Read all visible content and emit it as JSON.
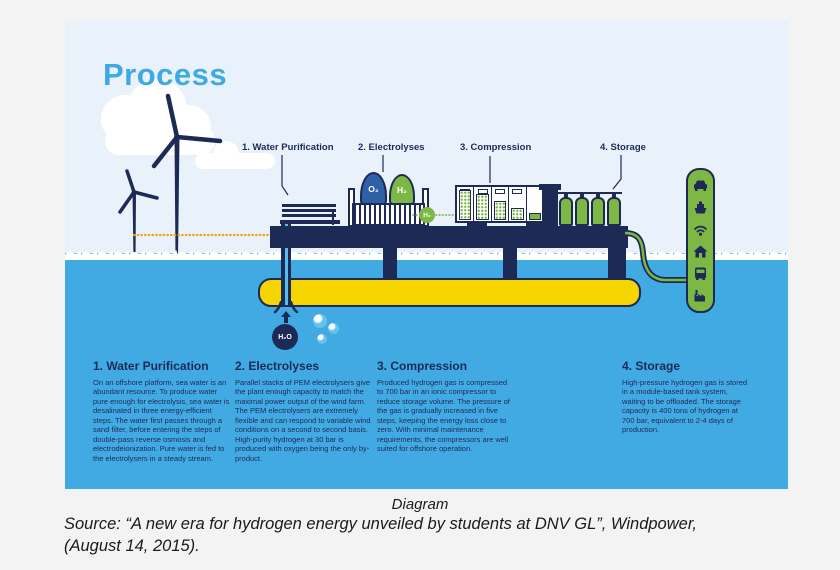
{
  "title": "Process",
  "stages": [
    "1. Water Purification",
    "2. Electrolyses",
    "3. Compression",
    "4. Storage"
  ],
  "badges": {
    "o2": "O₂",
    "h2": "H₂",
    "h2_flow": "H₂",
    "h2o": "H₂O"
  },
  "sections": [
    {
      "heading": "1. Water Purification",
      "body": "On an offshore platform, sea water is an abundant resource. To produce water pure enough for electrolysis, sea water is desalinated in three energy-efficient steps. The water first passes through a sand filter, before entering the steps of double-pass reverse osmosis and electrodeionization. Pure water is fed to the electrolysers in a steady stream."
    },
    {
      "heading": "2. Electrolyses",
      "body": "Parallel stacks of PEM electrolysers give the plant enough capacity to match the maximal power output of the wind farm. The PEM electrolysers are extremely flexible and can respond to variable wind conditions on a second to second basis. High-purity hydrogen at 30 bar is produced with oxygen being the only by-product."
    },
    {
      "heading": "3. Compression",
      "body": "Produced hydrogen gas is compressed to 700 bar in an ionic compressor to reduce storage volume. The pressure of the gas is gradually increased in five steps, keeping the energy loss close to zero. With minimal maintenance requirements, the compressors are well suited for offshore operation."
    },
    {
      "heading": "4. Storage",
      "body": "High-pressure hydrogen gas is stored in a module-based tank system, waiting to be offloaded. The storage capacity is 400 tons of hydrogen at 700 bar, equivalent to 2-4 days of production."
    }
  ],
  "station_icons": [
    "car-icon",
    "ship-icon",
    "wifi-icon",
    "house-icon",
    "bus-icon",
    "factory-icon"
  ],
  "caption": {
    "label": "Diagram",
    "source_line1": "Source: “A new era for hydrogen energy unveiled by students at DNV GL”, Windpower,",
    "source_line2": "(August 14, 2015)."
  },
  "palette": {
    "sky": "#e9f1fb",
    "water": "#41aae3",
    "navy": "#1d2a56",
    "green": "#7db844",
    "yellow": "#f5d400",
    "blue_tank": "#2f5fa5",
    "title_blue": "#3fa9e4",
    "power_cable_orange": "#f0a305",
    "page_background": "#f3f3f4"
  }
}
